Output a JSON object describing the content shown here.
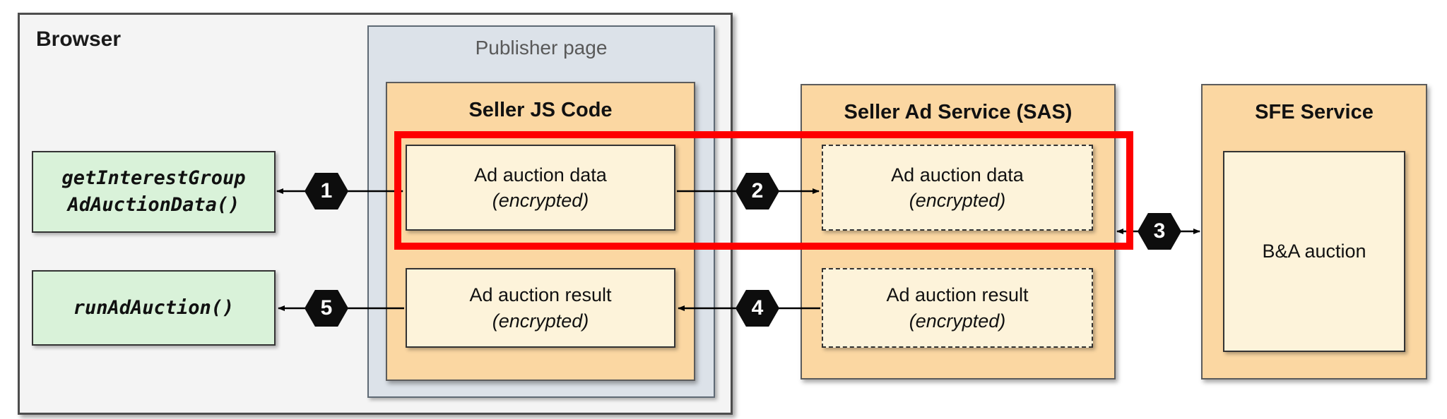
{
  "colors": {
    "highlight_red": "#fe0000",
    "group_orange": "#fbd7a2",
    "node_cream": "#fdf3da",
    "node_green": "#d9f2d9",
    "publisher_bg": "#dce2e9",
    "browser_bg": "#f4f4f4",
    "badge_black": "#0d0d0d"
  },
  "browser": {
    "label": "Browser"
  },
  "publisher": {
    "label": "Publisher page"
  },
  "seller_js": {
    "title": "Seller JS Code",
    "ad_data": {
      "line1": "Ad auction data",
      "line2": "(encrypted)"
    },
    "ad_result": {
      "line1": "Ad auction result",
      "line2": "(encrypted)"
    }
  },
  "sas": {
    "title": "Seller Ad Service (SAS)",
    "ad_data": {
      "line1": "Ad auction data",
      "line2": "(encrypted)"
    },
    "ad_result": {
      "line1": "Ad auction result",
      "line2": "(encrypted)"
    }
  },
  "sfe": {
    "title": "SFE Service",
    "ba_auction": {
      "label": "B&A auction"
    }
  },
  "api_calls": {
    "get_interest_group": {
      "line1": "getInterestGroup",
      "line2": "AdAuctionData()"
    },
    "run_ad_auction": {
      "line1": "runAdAuction()"
    }
  },
  "steps": {
    "1": "1",
    "2": "2",
    "3": "3",
    "4": "4",
    "5": "5"
  }
}
